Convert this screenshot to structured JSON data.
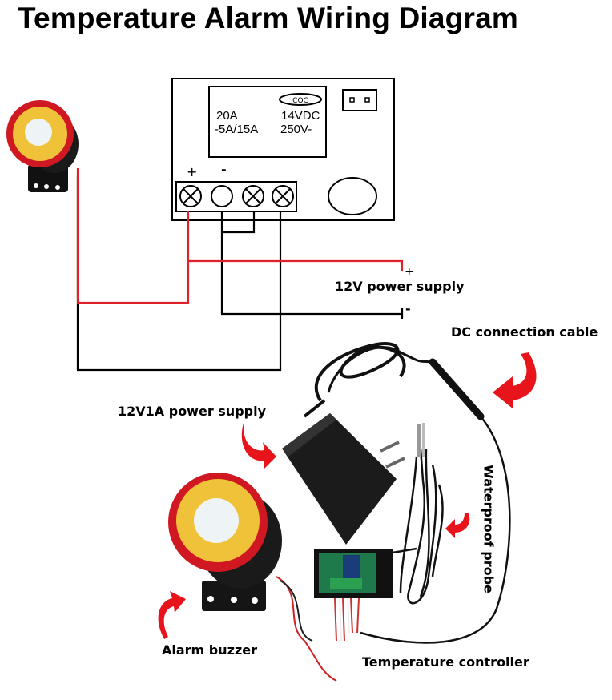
{
  "title": "Temperature Alarm Wiring Diagram",
  "relay_module": {
    "current_rating": "20A",
    "current_rating_2": "-5A/15A",
    "cqc_mark": "CQC",
    "voltage_dc": "14VDC",
    "voltage_ac": "250V-",
    "terminal_plus": "+",
    "terminal_minus": "-"
  },
  "power_supply_terminals": {
    "plus": "+",
    "minus": "-"
  },
  "labels": {
    "power_12v": "12V power supply",
    "dc_cable": "DC connection cable",
    "adapter": "12V1A power supply",
    "probe": "Waterproof probe",
    "buzzer": "Alarm buzzer",
    "controller": "Temperature controller"
  },
  "colors": {
    "wire_positive": "#e0202a",
    "wire_negative": "#000000",
    "arrow": "#e8141c"
  }
}
